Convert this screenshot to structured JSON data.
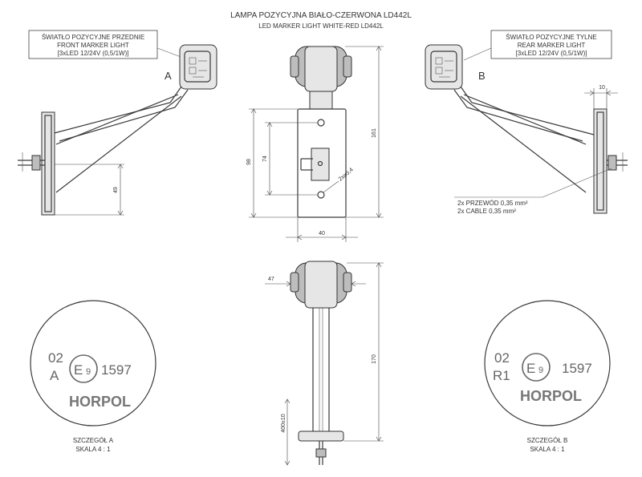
{
  "title": {
    "pl": "LAMPA POZYCYJNA BIAŁO-CZERWONA LD442L",
    "en": "LED MARKER LIGHT WHITE-RED LD442L"
  },
  "front_label": [
    "ŚWIATŁO POZYCYJNE PRZEDNIE",
    "FRONT MARKER LIGHT",
    "[3xLED 12/24V (0,5/1W)]"
  ],
  "rear_label": [
    "ŚWIATŁO POZYCYJNE TYLNE",
    "REAR MARKER LIGHT",
    "[3xLED 12/24V (0,5/1W)]"
  ],
  "view_letters": {
    "a": "A",
    "b": "B"
  },
  "cable_label": [
    "2x PRZEWÓD 0,35 mm²",
    "2x CABLE 0,35 mm²"
  ],
  "dimensions": {
    "d49": "49",
    "d10": "10",
    "d161": "161",
    "d98": "98",
    "d74": "74",
    "hole": "2x⌀5,4",
    "d40": "40",
    "d47": "47",
    "d170": "170",
    "d400": "400±10"
  },
  "detail_a": {
    "code": "02",
    "suffix": "A",
    "approval_e": "E",
    "approval_num": "9",
    "number": "1597",
    "brand": "HORPOL",
    "caption": [
      "SZCZEGÓŁ A",
      "SKALA 4 : 1"
    ]
  },
  "detail_b": {
    "code": "02",
    "suffix": "R1",
    "approval_e": "E",
    "approval_num": "9",
    "number": "1597",
    "brand": "HORPOL",
    "caption": [
      "SZCZEGÓŁ B",
      "SKALA 4 : 1"
    ]
  }
}
